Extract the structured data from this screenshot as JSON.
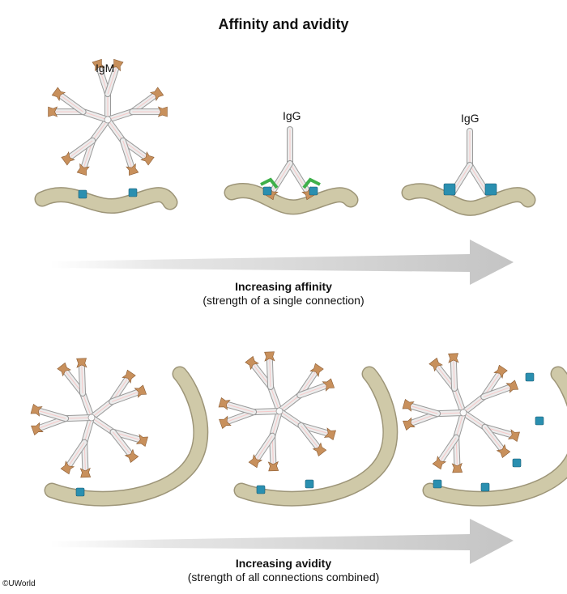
{
  "title": "Affinity and avidity",
  "labels": {
    "igm": "IgM",
    "igg1": "IgG",
    "igg2": "IgG"
  },
  "affinity": {
    "heading": "Increasing affinity",
    "subheading": "(strength of a single connection)"
  },
  "avidity": {
    "heading": "Increasing avidity",
    "subheading": "(strength of all connections combined)"
  },
  "copyright": "©UWorld",
  "colors": {
    "arm": "#ececec",
    "arm_stroke": "#9a9a9a",
    "tip": "#c8905c",
    "tip_stroke": "#8a5a30",
    "antigen": "#cfc9a8",
    "antigen_stroke": "#9d9578",
    "epitope_blue": "#2a8fb0",
    "epitope_green": "#3fb04a",
    "arrow": "#d0d0d0"
  }
}
